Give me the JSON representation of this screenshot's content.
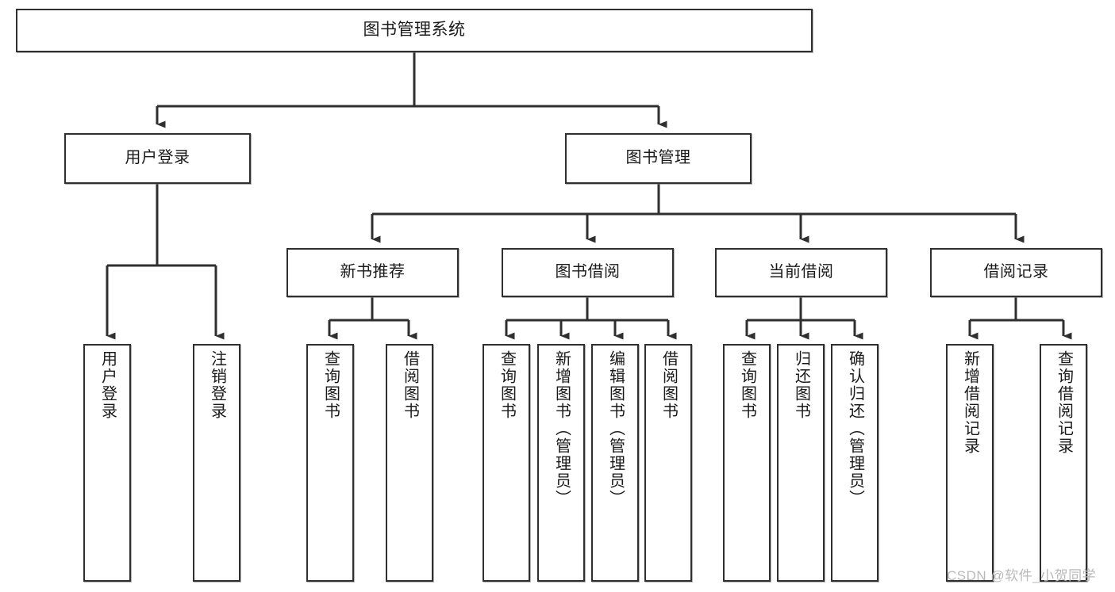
{
  "diagram": {
    "title": "图书管理系统",
    "type": "tree",
    "orientation": "top-down",
    "colors": {
      "box_border": "#2f2f2f",
      "box_fill": "#ffffff",
      "connector": "#2f2f2f",
      "text": "#1a1a1a",
      "watermark": "#b9b9b9",
      "background": "#ffffff"
    },
    "nodes": {
      "root": {
        "label": "图书管理系统",
        "level": 1
      },
      "level2": [
        {
          "id": "user-login",
          "label": "用户登录"
        },
        {
          "id": "book-management",
          "label": "图书管理"
        }
      ],
      "level3": [
        {
          "id": "new-book-recommend",
          "label": "新书推荐",
          "parent": "book-management"
        },
        {
          "id": "book-borrow",
          "label": "图书借阅",
          "parent": "book-management"
        },
        {
          "id": "current-borrow",
          "label": "当前借阅",
          "parent": "book-management"
        },
        {
          "id": "borrow-record",
          "label": "借阅记录",
          "parent": "book-management"
        }
      ],
      "leaves": [
        {
          "id": "leaf-user-login",
          "label": "用户登录",
          "parent": "user-login"
        },
        {
          "id": "leaf-logout-login",
          "label": "注销登录",
          "parent": "user-login"
        },
        {
          "id": "leaf-query-book-1",
          "label": "查询图书",
          "parent": "new-book-recommend"
        },
        {
          "id": "leaf-borrow-book-1",
          "label": "借阅图书",
          "parent": "new-book-recommend"
        },
        {
          "id": "leaf-query-book-2",
          "label": "查询图书",
          "parent": "book-borrow"
        },
        {
          "id": "leaf-add-book",
          "label": "新增图书（管理员）",
          "parent": "book-borrow"
        },
        {
          "id": "leaf-edit-book",
          "label": "编辑图书（管理员）",
          "parent": "book-borrow"
        },
        {
          "id": "leaf-borrow-book-2",
          "label": "借阅图书",
          "parent": "book-borrow"
        },
        {
          "id": "leaf-query-book-3",
          "label": "查询图书",
          "parent": "current-borrow"
        },
        {
          "id": "leaf-return-book",
          "label": "归还图书",
          "parent": "current-borrow"
        },
        {
          "id": "leaf-confirm-return",
          "label": "确认归还（管理员）",
          "parent": "current-borrow"
        },
        {
          "id": "leaf-add-record",
          "label": "新增借阅记录",
          "parent": "borrow-record"
        },
        {
          "id": "leaf-query-record",
          "label": "查询借阅记录",
          "parent": "borrow-record"
        }
      ]
    }
  },
  "watermark": {
    "text": "CSDN @软件_小贺同学"
  }
}
